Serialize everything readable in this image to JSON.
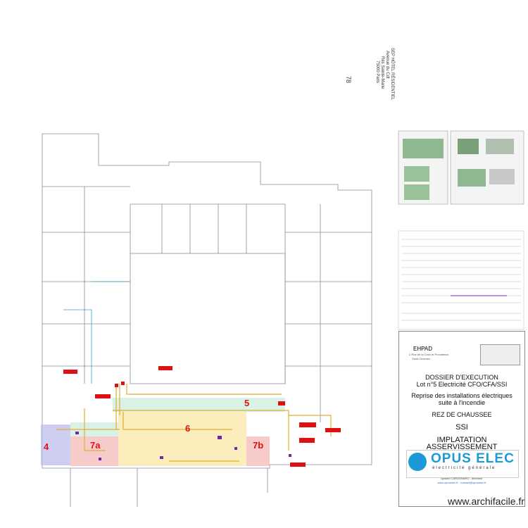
{
  "rotated_notes": {
    "number": "78",
    "lines": [
      "SEP HÔTEL RÉSIDENTIEL",
      "Avenue du Cdt",
      "Rés Sainte-Marie",
      "75000 Paris"
    ]
  },
  "zones": [
    {
      "label": "4",
      "color": "#b9b9ee"
    },
    {
      "label": "7a",
      "color": "#f6b9b9"
    },
    {
      "label": "6",
      "color": "#fbe7a6"
    },
    {
      "label": "7b",
      "color": "#f6b9b9"
    },
    {
      "label": "5",
      "color": "#cdeedd"
    }
  ],
  "title_block": {
    "client": "EHPAD",
    "client_address": "2 Rue de la Croix et Providence",
    "client_city": "Saint-Germain",
    "dossier": "DOSSIER D'EXECUTION",
    "lot": "Lot n°5 Electricité CFO/CFA/SSI",
    "subject_1": "Reprise des installations électriques",
    "subject_2": "suite à l'incendie",
    "level": "REZ DE CHAUSSEE",
    "system": "SSI",
    "plan_type_1": "IMPLATATION",
    "plan_type_2": "ASSERVISSEMENT",
    "company": {
      "name": "OPUS ELEC",
      "tagline": "électricité générale",
      "contact": "Ignazio CARDONARO - directeur",
      "details": "www.opuselec.fr - contact@opuselec.fr"
    }
  },
  "watermark": "www.archifacile.fr",
  "colors": {
    "wiring": "#e0b030",
    "alarm": "#e01010",
    "device": "#6a2ca0",
    "walls": "#8a8aa0"
  }
}
